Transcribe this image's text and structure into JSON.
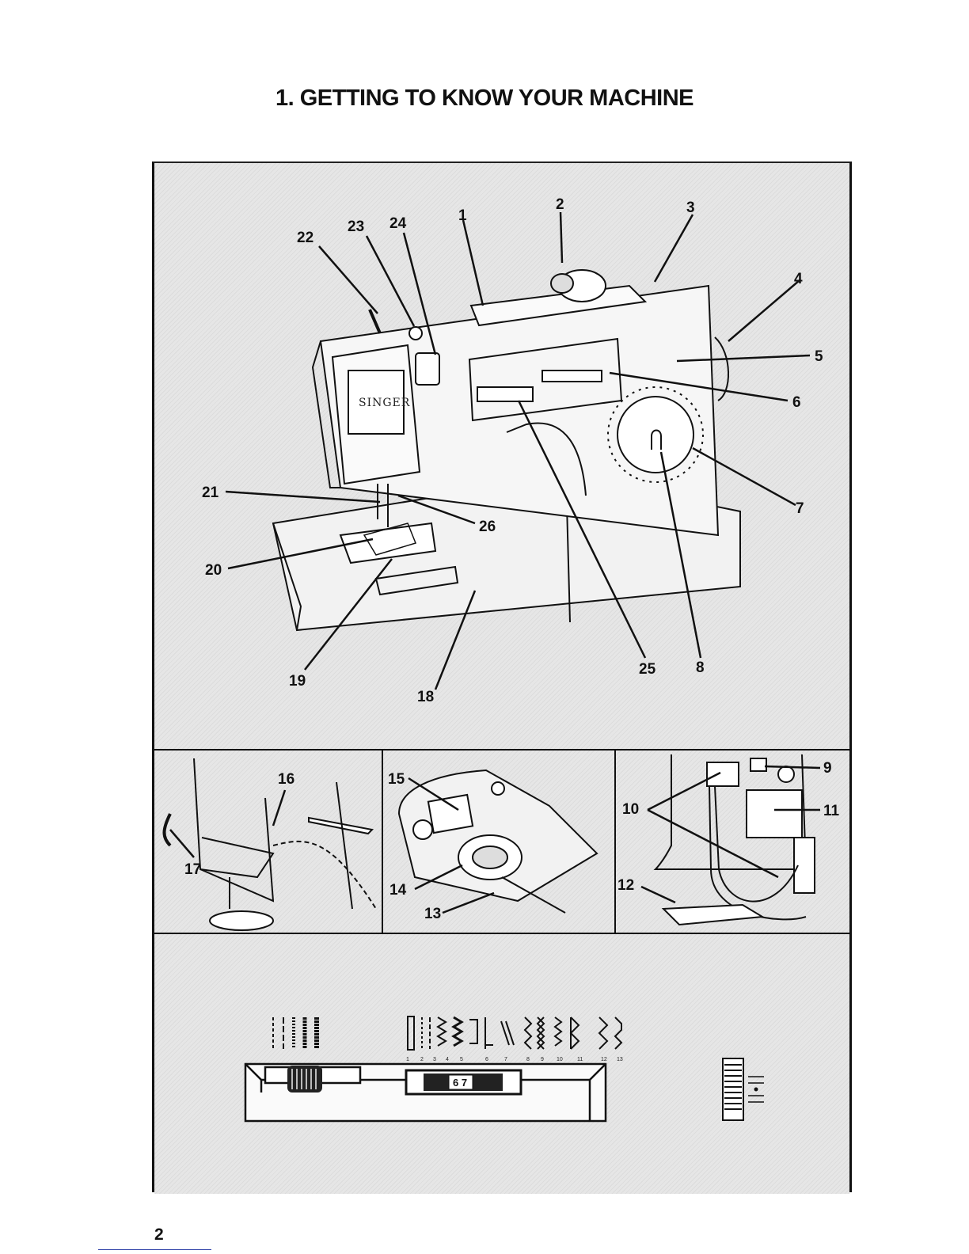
{
  "title": "1. GETTING TO KNOW YOUR MACHINE",
  "page_number": "2",
  "machine_brand": "SINGER",
  "callouts": {
    "main": [
      "1",
      "2",
      "3",
      "4",
      "5",
      "6",
      "7",
      "8",
      "18",
      "19",
      "20",
      "21",
      "22",
      "23",
      "24",
      "25",
      "26"
    ],
    "detail_left": [
      "16",
      "17"
    ],
    "detail_center": [
      "13",
      "14",
      "15"
    ],
    "detail_right": [
      "9",
      "10",
      "11",
      "12"
    ]
  },
  "stitch_dial": {
    "pattern_numbers": [
      "1",
      "2",
      "3",
      "4",
      "5",
      "6",
      "7",
      "8",
      "9",
      "10",
      "11",
      "12",
      "13"
    ],
    "selector_window": "6 7"
  }
}
